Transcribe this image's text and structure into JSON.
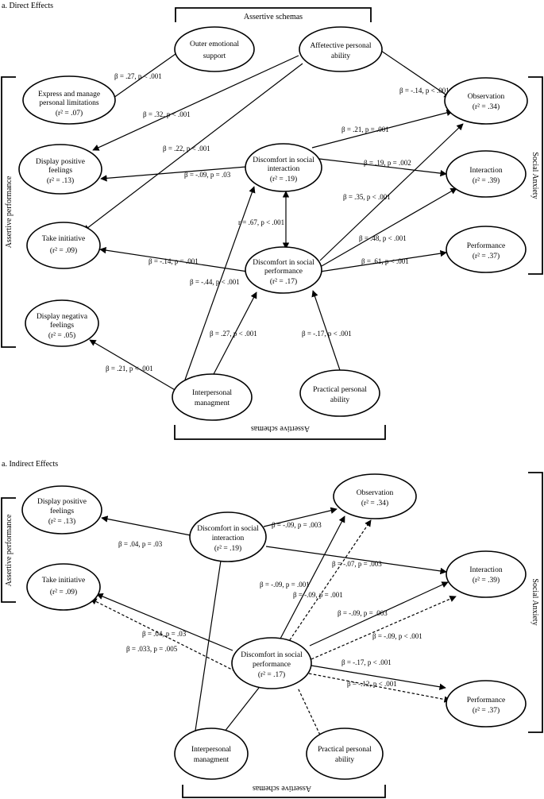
{
  "titles": {
    "direct": "a. Direct Effects",
    "indirect": "a. Indirect Effects"
  },
  "brackets": {
    "assertive_schemas": "Assertive schemas",
    "assertive_performance": "Assertive performance",
    "social_anxiety": "Social Anxiety"
  },
  "direct": {
    "nodes": {
      "outer": [
        "Outer emotional",
        "support"
      ],
      "affective": [
        "Affetective personal",
        "ability"
      ],
      "express": [
        "Express and manage",
        "personal limitations",
        "(r² = .07)"
      ],
      "observation": [
        "Observation",
        "(r² = .34)"
      ],
      "display_pos": [
        "Display positive",
        "feelings",
        "(r² = .13)"
      ],
      "disc_int": [
        "Discomfort in social",
        "interaction",
        "(r² = .19)"
      ],
      "interaction": [
        "Interaction",
        "(r² = .39)"
      ],
      "take_init": [
        "Take initiative",
        "(r² = .09)"
      ],
      "disc_perf": [
        "Discomfort in social",
        "performance",
        "(r² = .17)"
      ],
      "performance": [
        "Performance",
        "(r² = .37)"
      ],
      "display_neg": [
        "Display negativa",
        "feelings",
        "(r² = .05)"
      ],
      "interpersonal": [
        "Interpersonal",
        "managment"
      ],
      "practical": [
        "Practical personal",
        "ability"
      ]
    },
    "edge_labels": {
      "outer_express": "β = .27, p < .001",
      "affective_obs": "β = -.14, p < .001",
      "affective_display": "β = .32, p < .001",
      "affective_take": "β = .22, p < .001",
      "discint_obs": "β = .21, p = .001",
      "discint_int": "β = .19, p = .002",
      "discint_display": "β = -.09, p = .03",
      "discperf_obs": "β = .35, p < .001",
      "correlation": "r = .67, p < .001",
      "discperf_int": "β = .48, p < .001",
      "discperf_take": "β = -.14, p = .001",
      "discperf_perf": "β = .61, p < .001",
      "interp_discint": "β = -.44, p < .001",
      "interp_discperf": "β = .27, p < .001",
      "practical_discperf": "β = -.17, p < .001",
      "interp_neg": "β = .21, p < .001"
    }
  },
  "indirect": {
    "nodes": {
      "observation": [
        "Observation",
        "(r² = .34)"
      ],
      "display_pos": [
        "Display positive",
        "feelings",
        "(r² = .13)"
      ],
      "disc_int": [
        "Discomfort in social",
        "interaction",
        "(r² = .19)"
      ],
      "interaction": [
        "Interaction",
        "(r² = .39)"
      ],
      "take_init": [
        "Take initiative",
        "(r² = .09)"
      ],
      "disc_perf": [
        "Discomfort in social",
        "performance",
        "(r² = .17)"
      ],
      "performance": [
        "Performance",
        "(r² = .37)"
      ],
      "interpersonal": [
        "Interpersonal",
        "managment"
      ],
      "practical": [
        "Practical personal",
        "ability"
      ]
    },
    "edge_labels": {
      "discint_display": "β = .04, p = .03",
      "discint_obs": "β = -.09, p = .003",
      "discint_int": "β = -.07, p = .003",
      "l_09_001_a": "β = -.09, p = .001",
      "l_09_001_b": "β = -.09, p = .001",
      "l_09_003": "β = -.09, p = .003",
      "l_09_lt001": "β = -.09, p < .001",
      "discperf_take": "β = .04, p = .03",
      "interp_take": "β = .033, p = .005",
      "discperf_perf": "β = -.17, p < .001",
      "practical_perf": "β = -.12, p < .001"
    }
  }
}
